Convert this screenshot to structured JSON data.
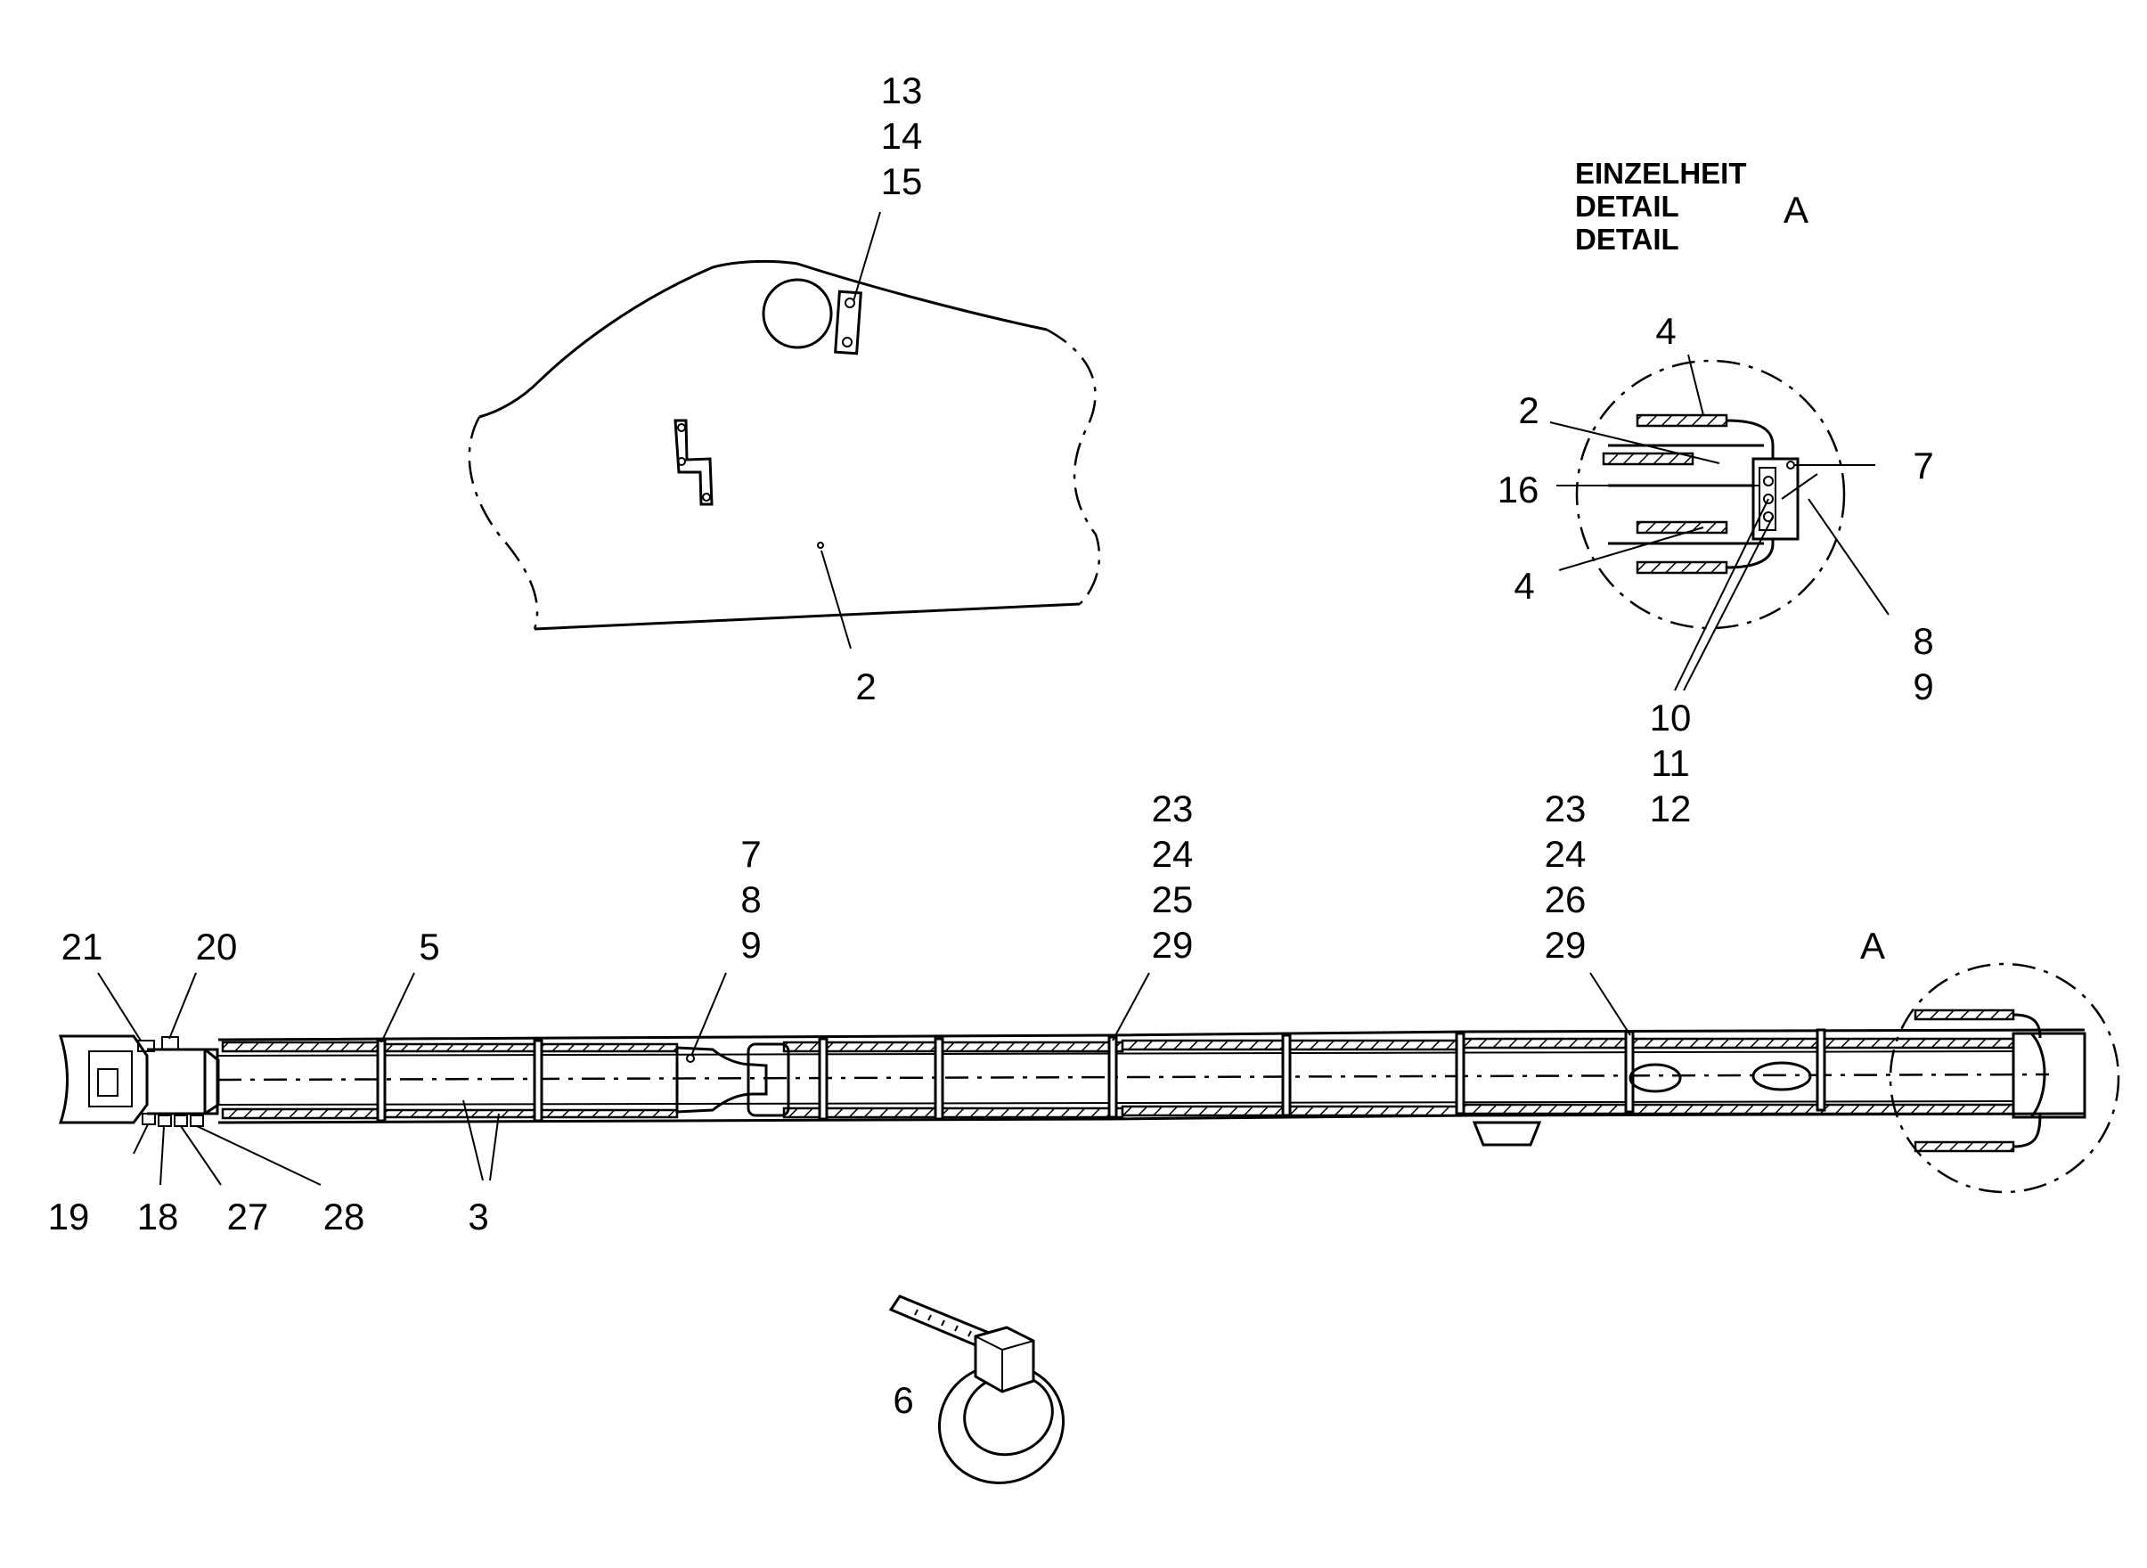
{
  "detail_header": {
    "line1": "EINZELHEIT",
    "line2": "DETAIL",
    "line3": "DETAIL",
    "letter": "A"
  },
  "boom_detail_marker": "A",
  "callouts": {
    "plate_top_a": "13",
    "plate_top_b": "14",
    "plate_top_c": "15",
    "plate_bottom": "2",
    "detail_4_top": "4",
    "detail_2": "2",
    "detail_16": "16",
    "detail_4_bottom": "4",
    "detail_7": "7",
    "detail_8": "8",
    "detail_9": "9",
    "detail_10": "10",
    "detail_11": "11",
    "detail_12": "12",
    "boom_21": "21",
    "boom_20": "20",
    "boom_5": "5",
    "boom_7": "7",
    "boom_8": "8",
    "boom_9": "9",
    "boom_23a": "23",
    "boom_24a": "24",
    "boom_25": "25",
    "boom_29a": "29",
    "boom_23b": "23",
    "boom_24b": "24",
    "boom_26": "26",
    "boom_29b": "29",
    "boom_19": "19",
    "boom_18": "18",
    "boom_27": "27",
    "boom_28": "28",
    "boom_3": "3",
    "cable_tie_6": "6"
  }
}
